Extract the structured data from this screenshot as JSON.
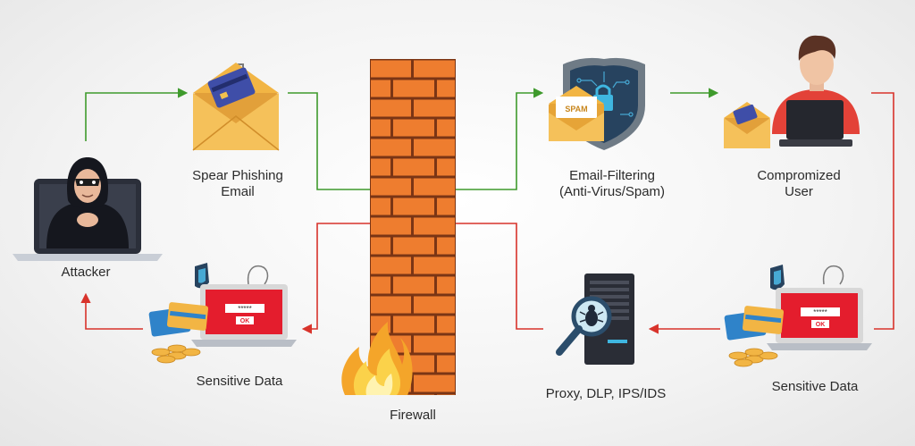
{
  "labels": {
    "attacker": "Attacker",
    "spear_phishing_line1": "Spear Phishing",
    "spear_phishing_line2": "Email",
    "email_filtering_line1": "Email-Filtering",
    "email_filtering_line2": "(Anti-Virus/Spam)",
    "compromized_line1": "Compromized",
    "compromized_line2": "User",
    "sensitive_data_left": "Sensitive Data",
    "sensitive_data_right": "Sensitive Data",
    "proxy": "Proxy, DLP, IPS/IDS",
    "firewall": "Firewall"
  },
  "badges": {
    "spam": "SPAM",
    "password_left": "*****",
    "ok_left": "OK",
    "password_right": "*****",
    "ok_right": "OK"
  },
  "colors": {
    "inbound_flow": "#3e9a2c",
    "outbound_flow": "#d8332b",
    "brick": "#ee7d2f",
    "mortar": "#7a3515",
    "envelope": "#f2b544",
    "laptop_screen": "#e41d2d",
    "shield": "#27435f"
  }
}
